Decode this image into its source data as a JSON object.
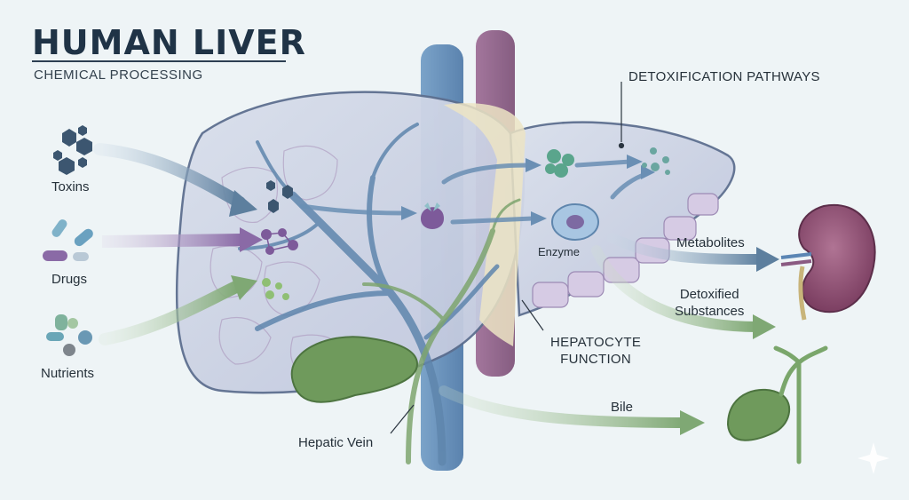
{
  "header": {
    "title": "HUMAN LIVER",
    "subtitle": "CHEMICAL PROCESSING"
  },
  "inputs": {
    "toxins": "Toxins",
    "drugs": "Drugs",
    "nutrients": "Nutrients"
  },
  "callouts": {
    "detox_pathways": "DETOXIFICATION PATHWAYS",
    "enzyme": "Enzyme",
    "hepatocyte_line1": "HEPATOCYTE",
    "hepatocyte_line2": "FUNCTION",
    "hepatic_vein": "Hepatic Vein"
  },
  "outputs": {
    "metabolites": "Metabolites",
    "detoxified_line1": "Detoxified",
    "detoxified_line2": "Substances",
    "bile": "Bile"
  },
  "colors": {
    "toxin_blue": "#3c5670",
    "drug_purple": "#7d5a9a",
    "nutrient_green": "#6f9a6a",
    "vein_blue": "#5b86b4",
    "artery_purple": "#8a5a82",
    "bile_green": "#7aa66b",
    "kidney": "#8a4a6e"
  },
  "icons": [
    "hexagon-cluster-icon",
    "capsule-icon",
    "molecule-icon",
    "kidney-icon",
    "gallbladder-icon",
    "sparkle-icon"
  ]
}
